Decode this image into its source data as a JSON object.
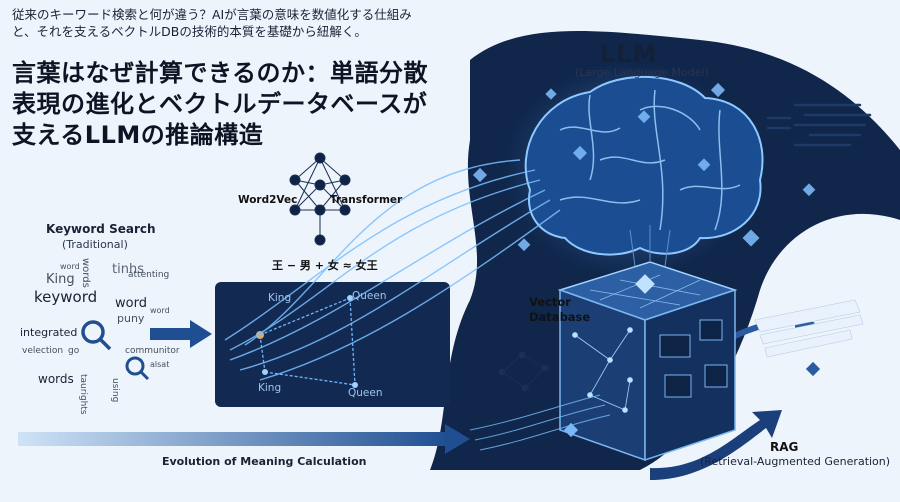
{
  "lead_text": [
    "従来のキーワード検索と何が違う？AIが言葉の意味を数値化する仕組み",
    "と、それを支えるベクトルDBの技術的本質を基礎から紐解く。"
  ],
  "headline": [
    "言葉はなぜ計算できるのか：単語分散",
    "表現の進化とベクトルデータベースが",
    "支えるLLMの推論構造"
  ],
  "llm": {
    "title": "LLM",
    "subtitle": "(Large Language Model)"
  },
  "keyword_search": {
    "title": "Keyword Search",
    "subtitle": "(Traditional)",
    "cloud_words": [
      "word",
      "words",
      "King",
      "tinhs",
      "attenting",
      "keyword",
      "word",
      "puny",
      "integrated",
      "word",
      "velection",
      "go",
      "communitor",
      "words",
      "using",
      "taurights",
      "alsat"
    ]
  },
  "embedding": {
    "word2vec_label": "Word2Vec",
    "transformer_label": "Transformer",
    "analogy": "王 − 男 + 女 ≈ 女王",
    "points": [
      "King",
      "Queen",
      "King",
      "Queen"
    ]
  },
  "vector_db": {
    "label": [
      "Vector",
      "Database"
    ]
  },
  "rag": {
    "title": "RAG",
    "subtitle": "(Retrieval-Augmented Generation)"
  },
  "evolution_label": "Evolution of Meaning Calculation",
  "colors": {
    "navy": "#10264a",
    "accent": "#4aa6ff",
    "glow": "#9fd3ff",
    "light_bg": "#eef4fb"
  }
}
